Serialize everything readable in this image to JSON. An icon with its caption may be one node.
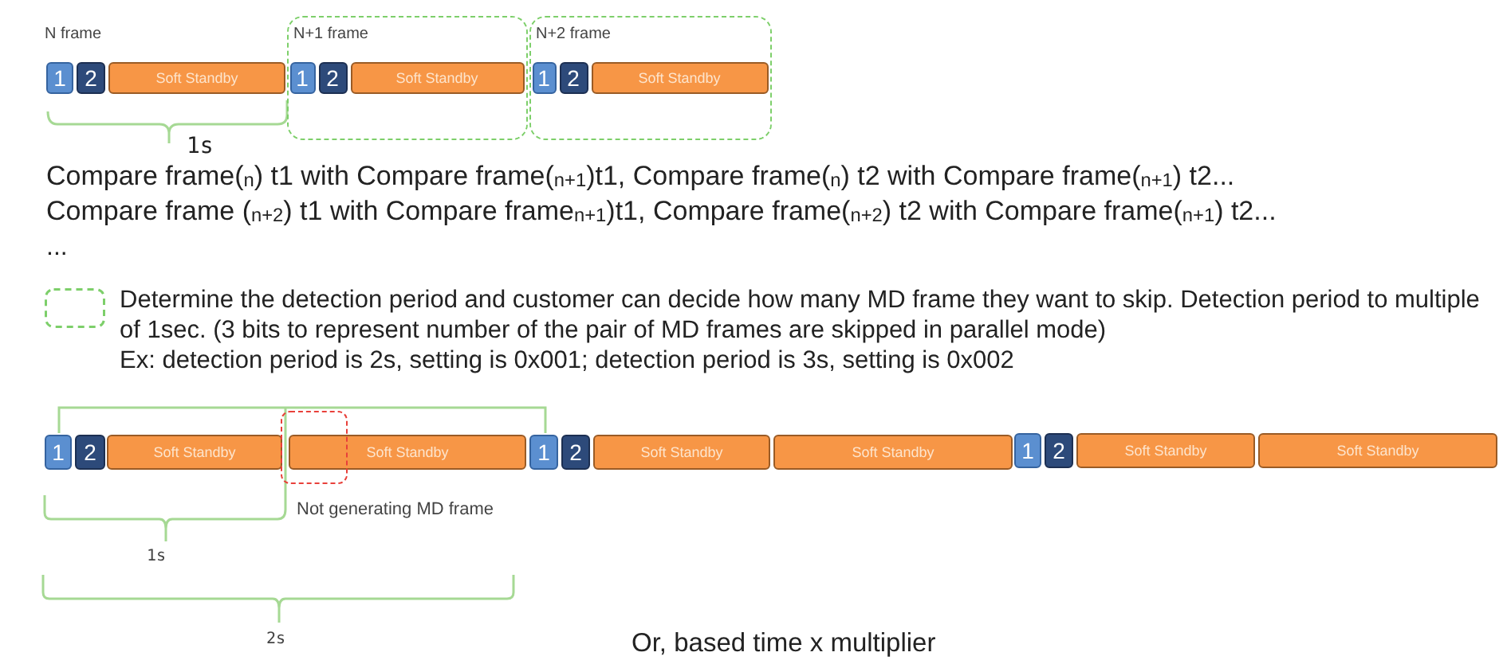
{
  "diagram": {
    "nodes": [
      {
        "text": [
          "1"
        ]
      },
      {
        "text": [
          "2"
        ]
      },
      {
        "text": [
          "Soft Standby"
        ]
      },
      {
        "text": [
          "N+1 frame"
        ]
      },
      {
        "text": [
          "1"
        ],
        "in": 3
      },
      {
        "text": [
          "2"
        ],
        "in": 3
      },
      {
        "text": [
          "Soft Standby"
        ],
        "in": 3
      },
      {
        "text": [
          "N+2 frame"
        ]
      },
      {
        "text": [
          "1"
        ],
        "in": 7
      },
      {
        "text": [
          "2"
        ],
        "in": 7
      },
      {
        "text": [
          "Soft Standby"
        ],
        "in": 7
      },
      {
        "text": [
          "1"
        ]
      },
      {
        "text": [
          "2"
        ]
      },
      {
        "text": [
          "Soft Standby"
        ]
      },
      {
        "text": [
          "Soft Standby"
        ]
      },
      {
        "text": [],
        "shape": "box",
        "beside": [
          "Not generating MD frame"
        ]
      },
      {
        "text": [
          "1"
        ]
      },
      {
        "text": [
          "2"
        ]
      },
      {
        "text": [
          "Soft Standby"
        ]
      },
      {
        "text": [
          "Soft Standby"
        ]
      },
      {
        "text": [
          "1"
        ]
      },
      {
        "text": [
          "2"
        ]
      },
      {
        "text": [
          "Soft Standby"
        ]
      },
      {
        "text": [
          "Soft Standby"
        ]
      }
    ],
    "labels": [
      "N frame",
      "1s",
      "Compare frame($_{n}$) t1 with Compare frame($_{n+1}$)t1, Compare frame($_{n}$) t2 with Compare frame($_{n+1}$) t2...",
      "Compare frame ($_{n+2}$) t1 with Compare frame$_{n+1}$)t1, Compare frame($_{n+2}$) t2 with Compare frame($_{n+1}$) t2...",
      "...",
      "Ex: detection period is 2s, setting is 0x001; detection period is 3s, setting is 0x002",
      "1s",
      "2s",
      "Or, based time x multiplier"
    ],
    "legend": [
      {
        "text": "Determine the detection period and customer can decide how many MD frame they want to skip. Detection period to multiple of 1sec. (3 bits to represent number of the pair of MD frames are skipped in parallel mode)"
      }
    ]
  }
}
